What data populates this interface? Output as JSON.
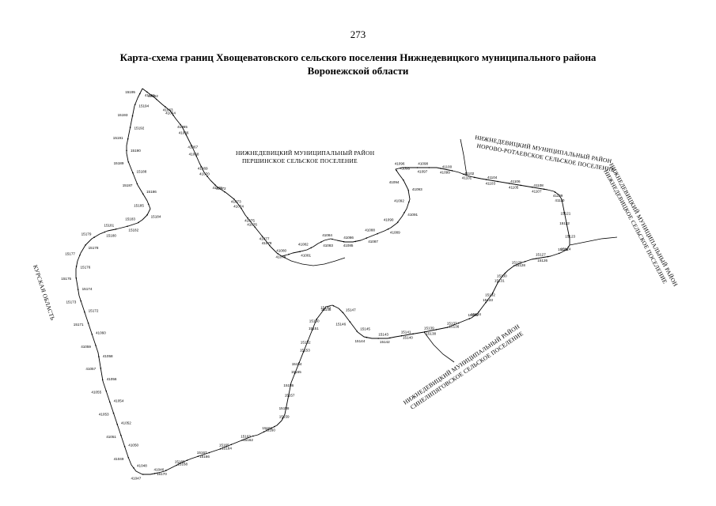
{
  "page_number": "273",
  "title": {
    "line1": "Карта-схема границ Хвощеватовского сельского поселения Нижнедевицкого муниципального района",
    "line2": "Воронежской области"
  },
  "regions": {
    "pershino": {
      "line1": "НИЖНЕДЕВИЦКИЙ МУНИЦИПАЛЬНЫЙ РАЙОН",
      "line2": "ПЕРШИНСКОЕ СЕЛЬСКОЕ ПОСЕЛЕНИЕ"
    },
    "norovo": {
      "line1": "НИЖНЕДЕВИЦКИЙ МУНИЦИПАЛЬНЫЙ РАЙОН",
      "line2": "НОРОВО-РОТАЕВСКОЕ СЕЛЬСКОЕ ПОСЕЛЕНИЕ"
    },
    "nizhnedevitsk": {
      "line1": "НИЖНЕДЕВИЦКИЙ МУНИЦИПАЛЬНЫЙ РАЙОН",
      "line2": "НИЖНЕДЕВИЦКОЕ СЕЛЬСКОЕ ПОСЕЛЕНИЕ"
    },
    "sineli": {
      "line1": "НИЖНЕДЕВИЦКИЙ МУНИЦИПАЛЬНЫЙ РАЙОН",
      "line2": "СИНЕЛИПЯГОВСКОЕ СЕЛЬСКОЕ ПОСЕЛЕНИЕ"
    },
    "kursk": "КУРСКАЯ ОБЛАСТЬ"
  },
  "point_labels": [
    "41061",
    "41062",
    "41063",
    "41064",
    "41065",
    "41066",
    "41067",
    "41068",
    "41069",
    "41070",
    "41071",
    "41072",
    "41073",
    "41074",
    "41075",
    "41076",
    "41077",
    "41078",
    "41079",
    "41080",
    "41081",
    "41082",
    "41083",
    "41084",
    "41085",
    "41086",
    "41087",
    "41088",
    "41089",
    "41090",
    "41091",
    "41092",
    "41093",
    "41094",
    "41095",
    "41096",
    "41097",
    "41098",
    "41099",
    "41100",
    "41101",
    "41102",
    "41103",
    "41104",
    "41105",
    "41106",
    "41107",
    "41108",
    "41109",
    "41110",
    "15121",
    "15122",
    "15123",
    "15124",
    "15125",
    "15126",
    "15127",
    "15128",
    "15129",
    "15130",
    "15131",
    "15132",
    "15133",
    "15134",
    "15135",
    "15136",
    "15137",
    "15138",
    "15139",
    "15140",
    "15141",
    "15142",
    "15143",
    "15144",
    "15145",
    "15146",
    "15147",
    "15148",
    "15149",
    "15150",
    "15151",
    "15152",
    "15153",
    "15154",
    "15155",
    "15156",
    "15157",
    "15158",
    "15159",
    "15160",
    "15161",
    "15162",
    "15163",
    "15164",
    "15165",
    "15166",
    "15167",
    "15168",
    "15169",
    "15170",
    "41046",
    "41047",
    "41048",
    "41049",
    "41050",
    "41051",
    "41052",
    "41053",
    "41054",
    "41055",
    "41056",
    "41057",
    "41058",
    "41059",
    "41060",
    "15171",
    "15172",
    "15173",
    "15174",
    "15175",
    "15176",
    "15177",
    "15178",
    "15179",
    "15180",
    "15181",
    "15182",
    "15183",
    "15184",
    "15185",
    "15186",
    "15187",
    "15188",
    "15189",
    "15190",
    "15191",
    "15192",
    "15193",
    "15194",
    "15195"
  ]
}
